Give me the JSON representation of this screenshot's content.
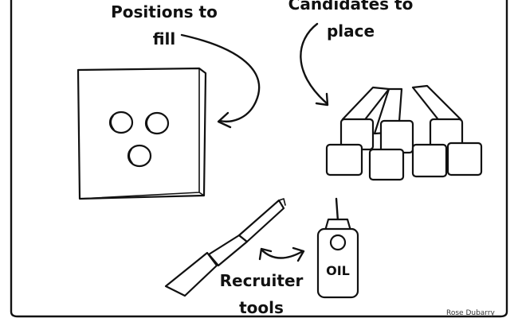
{
  "labels": {
    "positions": [
      "Positions to",
      "fill"
    ],
    "candidates": [
      "Candidates to",
      "place"
    ],
    "recruiter": [
      "Recruiter",
      "tools"
    ],
    "oil": "OIL"
  },
  "signature": "Rose Dubarry",
  "icons": [
    "square-board-with-round-holes",
    "square-pegs-pile",
    "chisel-icon",
    "oil-can-icon",
    "arrow-icon"
  ]
}
